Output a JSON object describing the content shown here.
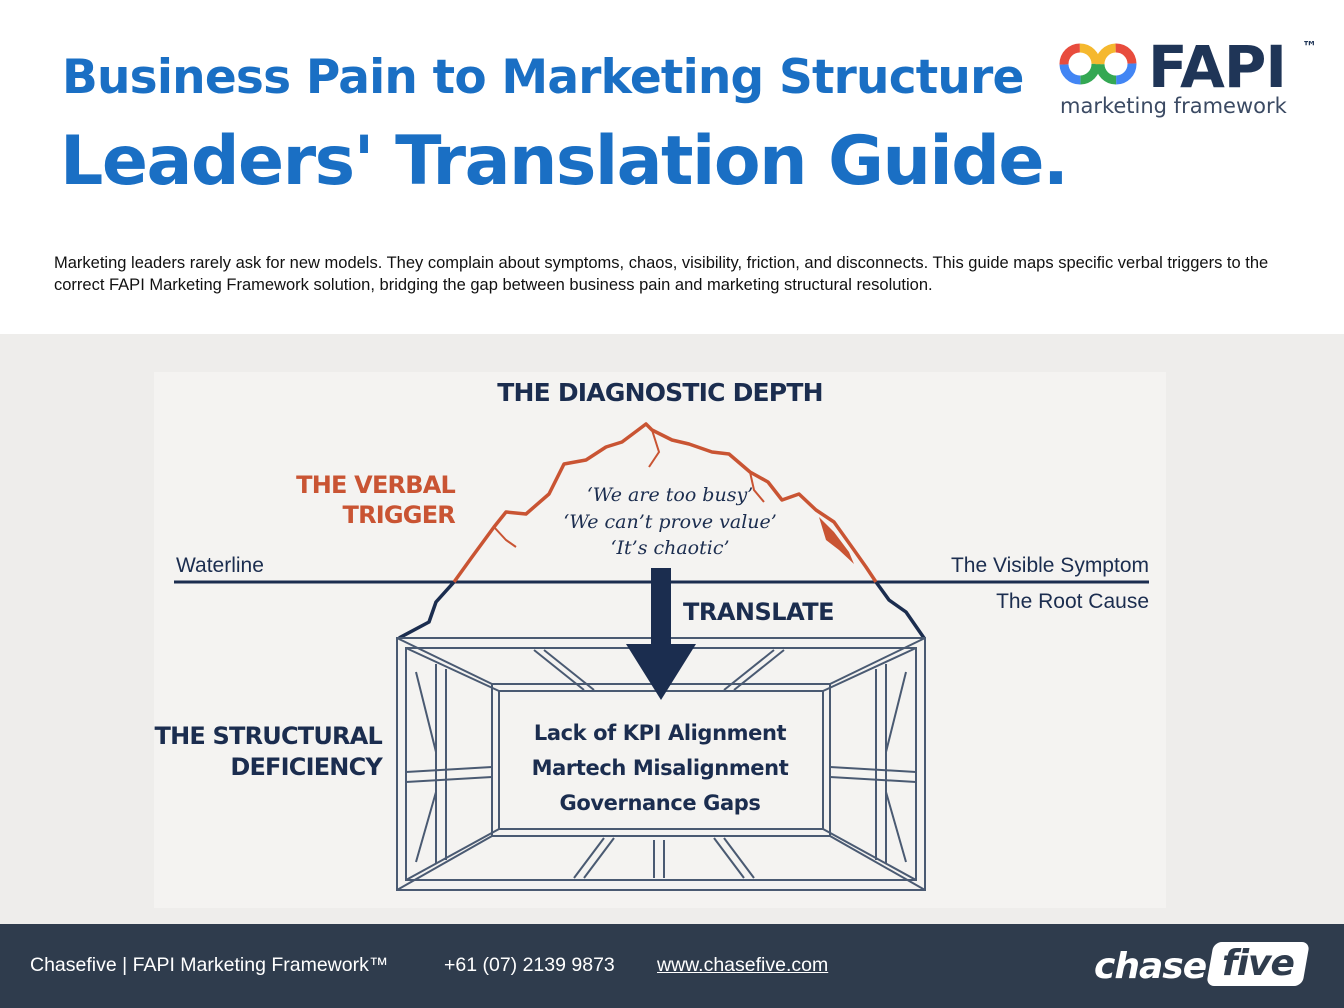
{
  "header": {
    "title_line1": "Business Pain to Marketing Structure",
    "title_line2": "Leaders' Translation Guide."
  },
  "logo": {
    "word": "FAPI",
    "trademark": "™",
    "subtitle": "marketing framework",
    "ring_colors": [
      "#e84c3d",
      "#f5b82e",
      "#34a853",
      "#4285f4"
    ]
  },
  "intro": {
    "text": "Marketing leaders rarely ask for new models. They complain about symptoms, chaos, visibility, friction, and disconnects. This guide maps specific verbal triggers to the correct FAPI Marketing Framework solution, bridging the gap between business pain and marketing structural resolution."
  },
  "diagram": {
    "heading": "THE DIAGNOSTIC DEPTH",
    "verbal_trigger": {
      "line1": "THE VERBAL",
      "line2": "TRIGGER"
    },
    "quotes": [
      "‘We are too busy’",
      "‘We can’t prove value’",
      "‘It’s chaotic’"
    ],
    "waterline_label": "Waterline",
    "visible_symptom_label": "The Visible Symptom",
    "root_cause_label": "The Root Cause",
    "translate_label": "TRANSLATE",
    "structural_deficiency": {
      "line1": "THE STRUCTURAL",
      "line2": "DEFICIENCY"
    },
    "root_causes": [
      "Lack of KPI Alignment",
      "Martech Misalignment",
      "Governance Gaps"
    ],
    "colors": {
      "navy": "#1b2d4f",
      "orange": "#c95433",
      "frame": "#4a5a72"
    }
  },
  "footer": {
    "company": "Chasefive  | FAPI Marketing Framework™",
    "phone": "+61 (07) 2139 9873",
    "website": "www.chasefive.com",
    "brand_part1": "chase",
    "brand_part2": "five"
  }
}
